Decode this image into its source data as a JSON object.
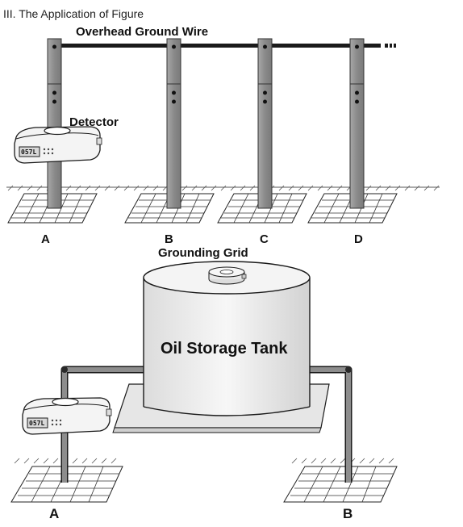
{
  "section_title": "III. The Application of Figure",
  "top_figure": {
    "wire_label": "Overhead Ground Wire",
    "detector_label": "Detector",
    "detector_reading": "057L",
    "grid_label": "Grounding Grid",
    "pole_labels": [
      "A",
      "B",
      "C",
      "D"
    ]
  },
  "bottom_figure": {
    "tank_label": "Oil Storage Tank",
    "detector_reading": "057L",
    "ground_labels": [
      "A",
      "B"
    ]
  },
  "colors": {
    "pole_gray": "#8f8f8f",
    "outline": "#1a1a1a",
    "tank_fill": "#ececec",
    "lcd_fill": "#d8d8d8"
  }
}
